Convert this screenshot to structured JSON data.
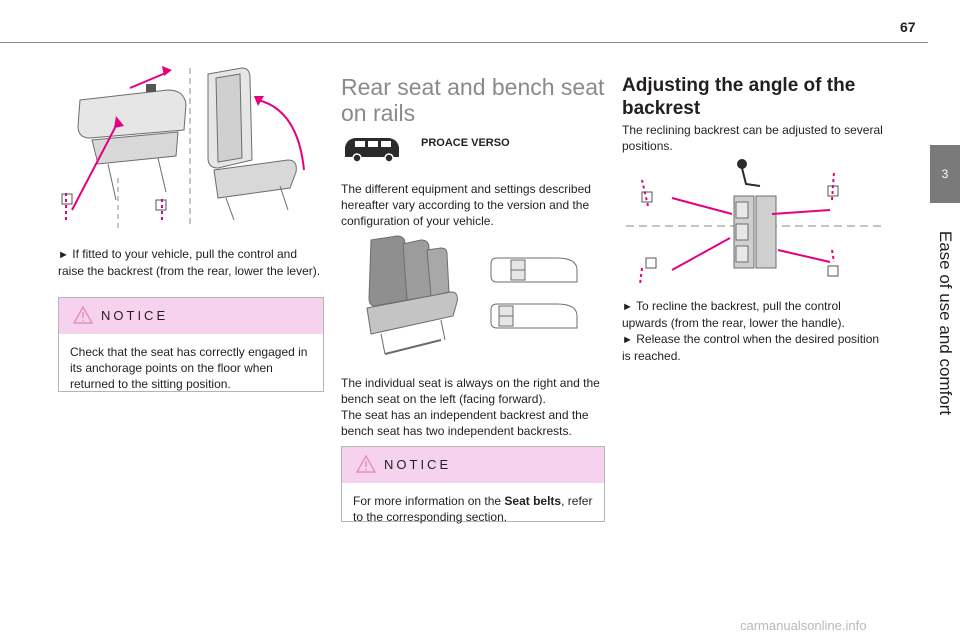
{
  "page": {
    "number": "67"
  },
  "side_tab": {
    "number": "3",
    "label": "Ease of use and comfort"
  },
  "column1": {
    "instruction": "If fitted to your vehicle, pull the control and raise the backrest (from the rear, lower the lever).",
    "notice": {
      "title": "NOTICE",
      "text": "Check that the seat has correctly engaged in its anchorage points on the floor when returned to the sitting position."
    }
  },
  "column2": {
    "heading": "Rear seat and bench seat on rails",
    "vehicle_label": "PROACE VERSO",
    "intro": "The different equipment and settings described hereafter vary according to the version and the configuration of your vehicle.",
    "paragraph1": "The individual seat is always on the right and the bench seat on the left (facing forward).",
    "paragraph2": "The seat has an independent backrest and the bench seat has two independent backrests.",
    "notice": {
      "title": "NOTICE",
      "text_before": "For more information on the ",
      "text_bold": "Seat belts",
      "text_after": ", refer to the corresponding section."
    }
  },
  "column3": {
    "heading": "Adjusting the angle of the backrest",
    "intro": "The reclining backrest can be adjusted to several positions.",
    "step1": "To recline the backrest, pull the control upwards (from the rear, lower the handle).",
    "step2": "Release the control when the desired position is reached."
  },
  "bullet": "►",
  "watermark": "carmanualsonline.info"
}
